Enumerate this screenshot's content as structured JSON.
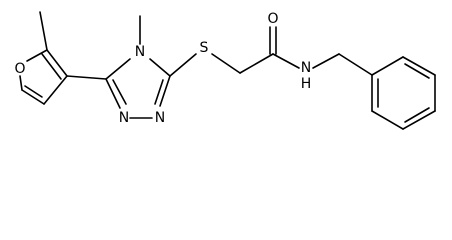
{
  "molecule": {
    "atoms": [
      {
        "id": "O_furan",
        "label": "O"
      },
      {
        "id": "N4",
        "label": "N"
      },
      {
        "id": "S",
        "label": "S"
      },
      {
        "id": "O_carbonyl",
        "label": "O"
      },
      {
        "id": "N_amide",
        "label": "N"
      },
      {
        "id": "H_amide",
        "label": "H"
      },
      {
        "id": "N1",
        "label": "N"
      },
      {
        "id": "N2",
        "label": "N"
      }
    ]
  }
}
